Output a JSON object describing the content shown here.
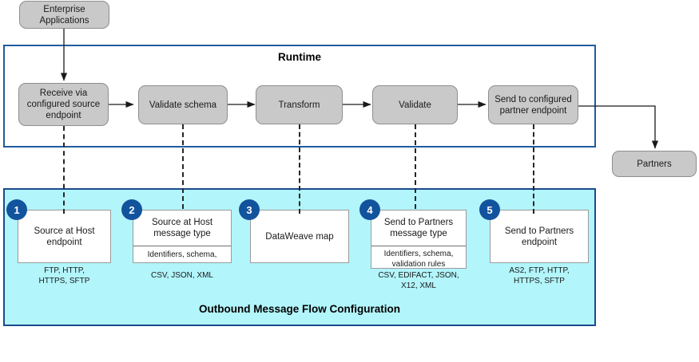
{
  "diagram": {
    "title": "Outbound Message Flow Configuration Diagram",
    "colors": {
      "runtime_border": "#1f5c9e",
      "config_border": "#1b4a8c",
      "config_fill": "#b2f5fb",
      "process_fill": "#c9c9c9",
      "badge_fill": "#12539e",
      "connector": "#262626"
    }
  },
  "external": {
    "source_label": "Enterprise\nApplications",
    "source_line1": "Enterprise",
    "source_line2": "Applications",
    "target_label": "Partners"
  },
  "runtime": {
    "title": "Runtime",
    "steps": [
      {
        "id": 1,
        "label_lines": [
          "Receive via",
          "configured source",
          "endpoint"
        ]
      },
      {
        "id": 2,
        "label_lines": [
          "Validate schema"
        ]
      },
      {
        "id": 3,
        "label_lines": [
          "Transform"
        ]
      },
      {
        "id": 4,
        "label_lines": [
          "Validate"
        ]
      },
      {
        "id": 5,
        "label_lines": [
          "Send to configured",
          "partner endpoint"
        ]
      }
    ]
  },
  "config": {
    "title": "Outbound Message Flow Configuration",
    "cards": [
      {
        "number": "1",
        "head_lines": [
          "Source at Host",
          "endpoint"
        ],
        "body_lines": [],
        "split": false,
        "caption_lines": [
          "FTP, HTTP,",
          "HTTPS, SFTP"
        ]
      },
      {
        "number": "2",
        "head_lines": [
          "Source at Host",
          "message type"
        ],
        "body_lines": [
          "Identifiers, schema,"
        ],
        "split": true,
        "caption_lines": [
          "CSV, JSON, XML"
        ]
      },
      {
        "number": "3",
        "head_lines": [
          "DataWeave map"
        ],
        "body_lines": [],
        "split": false,
        "caption_lines": []
      },
      {
        "number": "4",
        "head_lines": [
          "Send to Partners",
          "message type"
        ],
        "body_lines": [
          "Identifiers, schema,",
          "validation rules"
        ],
        "split": true,
        "caption_lines": [
          "CSV, EDIFACT, JSON,",
          "X12, XML"
        ]
      },
      {
        "number": "5",
        "head_lines": [
          "Send to Partners",
          "endpoint"
        ],
        "body_lines": [],
        "split": false,
        "caption_lines": [
          "AS2, FTP, HTTP,",
          "HTTPS, SFTP"
        ]
      }
    ]
  }
}
